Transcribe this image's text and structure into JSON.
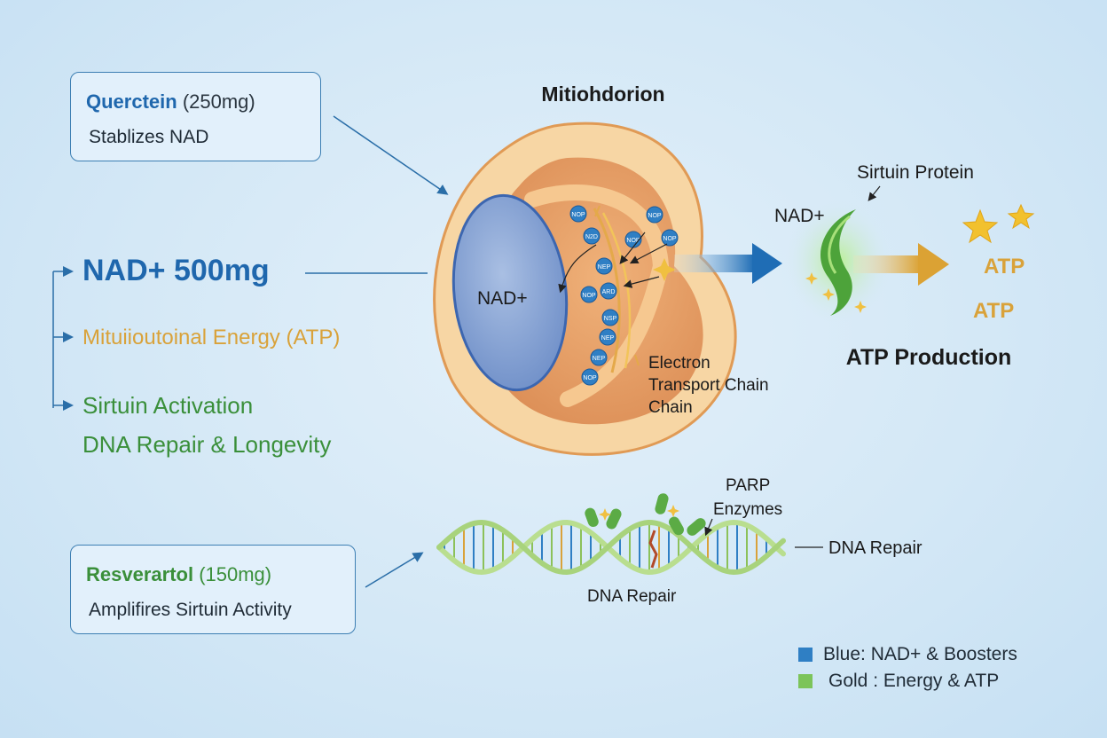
{
  "quercetin_card": {
    "name": "Querctein",
    "dose": "(250mg)",
    "effect": "Stablizes NAD"
  },
  "resveratrol_card": {
    "name": "Resverartol",
    "dose": "(150mg)",
    "effect": "Amplifires Sirtuin Activity"
  },
  "left_list": {
    "nad": "NAD+ 500mg",
    "energy": "Mituiioutoinal Energy (ATP)",
    "sirtuin": "Sirtuin Activation",
    "dna": "DNA Repair & Longevity"
  },
  "mito": {
    "title": "Mitiohdorion",
    "nad_label": "NAD+",
    "etc_label_1": "Electron",
    "etc_label_2": "Transport Chain",
    "etc_label_3": "Chain"
  },
  "right": {
    "sirtuin_label": "Sirtuin Protein",
    "nad_label": "NAD+",
    "atp_1": "ATP",
    "atp_2": "ATP",
    "atp_production": "ATP Production"
  },
  "dna": {
    "parp_1": "PARP",
    "parp_2": "Enzymes",
    "repair_bottom": "DNA Repair",
    "repair_right": "DNA Repair"
  },
  "legend": {
    "blue": {
      "label": "Blue: NAD+ & Boosters",
      "color": "#2f7fc4"
    },
    "gold": {
      "label": "Gold : Energy & ATP",
      "color": "#7cc45a"
    }
  },
  "colors": {
    "blue": "#1f67ad",
    "gold": "#d9a23a",
    "green": "#3a8f3a"
  },
  "molecule_labels": [
    "NOP",
    "NOP",
    "N2D",
    "NOP",
    "NOP",
    "NEP",
    "NOP",
    "ARD",
    "NSP",
    "NEP",
    "NEP",
    "NOP"
  ]
}
